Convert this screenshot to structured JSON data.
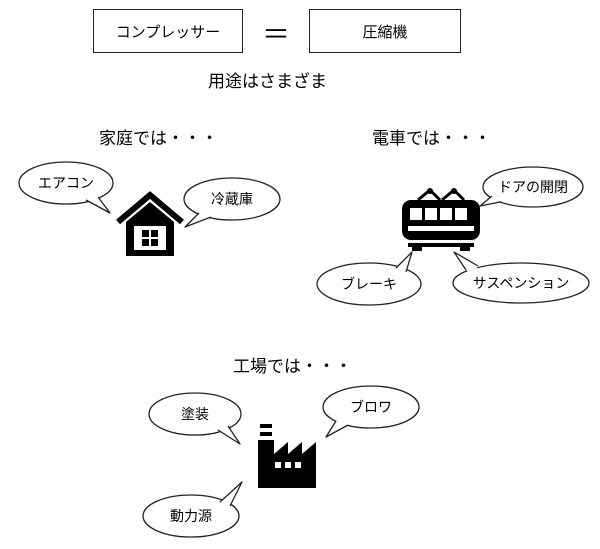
{
  "top": {
    "left_term": "コンプレッサー",
    "equals": "＝",
    "right_term": "圧縮機",
    "subtitle": "用途はさまざま"
  },
  "groups": {
    "home": {
      "title": "家庭では・・・",
      "bubbles": [
        "エアコン",
        "冷蔵庫"
      ],
      "icon": "house-icon"
    },
    "train": {
      "title": "電車では・・・",
      "bubbles": [
        "ドアの開閉",
        "ブレーキ",
        "サスペンション"
      ],
      "icon": "train-icon"
    },
    "factory": {
      "title": "工場では・・・",
      "bubbles": [
        "塗装",
        "ブロワ",
        "動力源"
      ],
      "icon": "factory-icon"
    }
  }
}
